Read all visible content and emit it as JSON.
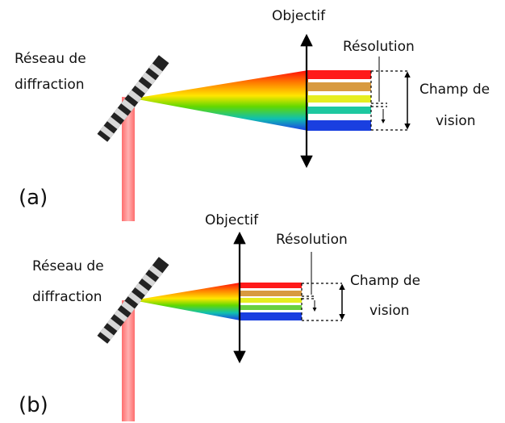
{
  "panels": [
    {
      "tag": "(a)",
      "grating_label_1": "Réseau de",
      "grating_label_2": "diffraction",
      "lens_label": "Objectif",
      "resolution_label": "Résolution",
      "field_label_1": "Champ de",
      "field_label_2": "vision"
    },
    {
      "tag": "(b)",
      "grating_label_1": "Réseau de",
      "grating_label_2": "diffraction",
      "lens_label": "Objectif",
      "resolution_label": "Résolution",
      "field_label_1": "Champ de",
      "field_label_2": "vision"
    }
  ],
  "colors": {
    "spectrum": [
      "#ff1010",
      "#ff8a00",
      "#ffe400",
      "#7be000",
      "#15c8a0",
      "#1a4fe0"
    ],
    "bar_colors": [
      "#ff1a1a",
      "#d8a040",
      "#e8ef20",
      "#6ad040",
      "#22c8a8",
      "#1a3fe0"
    ],
    "laser": "#ff8f8f",
    "grating_dark": "#222222",
    "grating_light": "#dddddd"
  }
}
